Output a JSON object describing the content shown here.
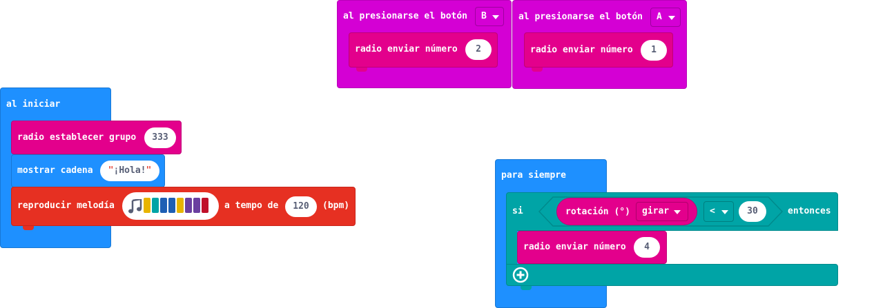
{
  "colors": {
    "event_purple": "#D400D4",
    "radio_pink": "#E3008C",
    "basic_blue": "#1E90FF",
    "music_red": "#E63022",
    "logic_teal": "#00A4A6",
    "pill_text": "#575E75"
  },
  "button_b": {
    "label": "al presionarse el botón",
    "button": "B",
    "send_label": "radio enviar número",
    "value": "2"
  },
  "button_a": {
    "label": "al presionarse el botón",
    "button": "A",
    "send_label": "radio enviar número",
    "value": "1"
  },
  "on_start": {
    "label": "al iniciar",
    "set_group_label": "radio establecer grupo",
    "group_value": "333",
    "show_string_label": "mostrar cadena",
    "string_value": "¡Hola!",
    "melody_label": "reproducir melodía",
    "melody_icon": "music-note-icon",
    "melody_colors": [
      "#E8B400",
      "#00A4A6",
      "#1E5FB4",
      "#1E5FB4",
      "#E8B400",
      "#6B3FA0",
      "#6B3FA0",
      "#C0102A"
    ],
    "tempo_label": "a tempo de",
    "tempo_value": "120",
    "bpm_label": "(bpm)"
  },
  "forever": {
    "label": "para siempre",
    "if_label": "si",
    "rotation_label": "rotación (°)",
    "rotation_option": "girar",
    "operator": "<",
    "compare_value": "30",
    "then_label": "entonces",
    "send_label": "radio enviar número",
    "send_value": "4",
    "add_icon": "plus-circle-icon"
  }
}
